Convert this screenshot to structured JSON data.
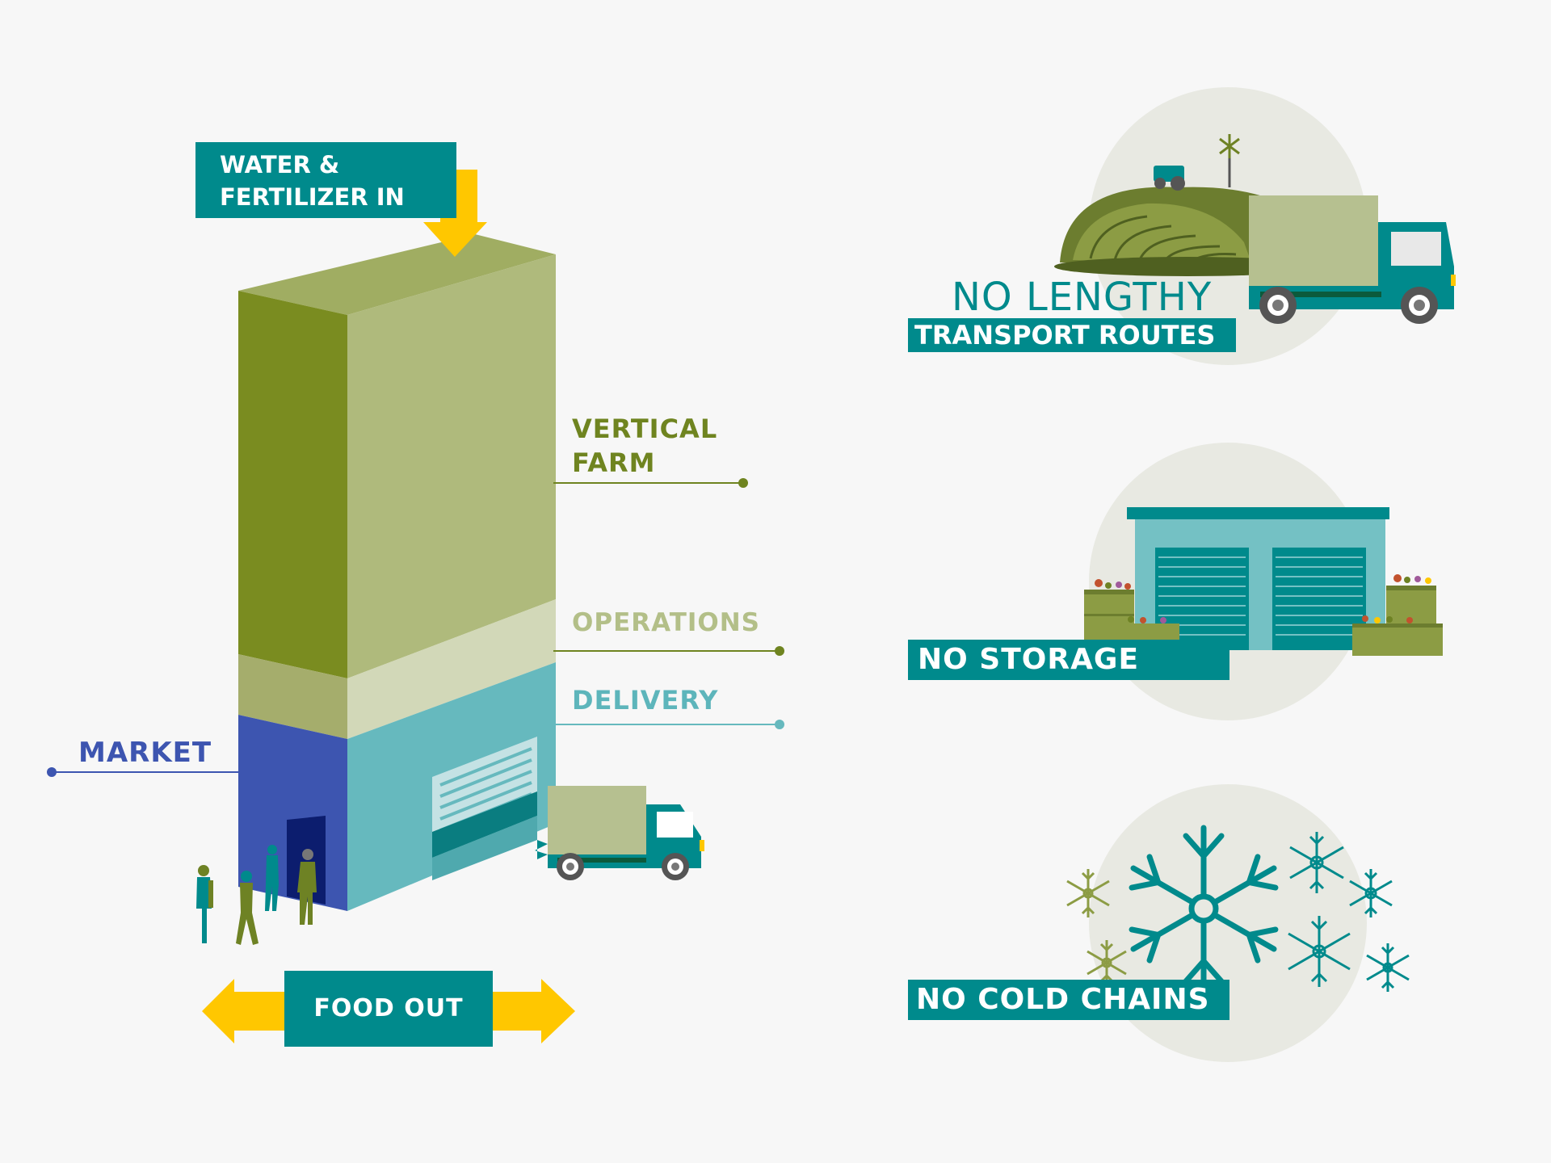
{
  "colors": {
    "teal": "#008a8c",
    "yellow": "#ffc700",
    "olive_dark": "#7a8c20",
    "olive_light": "#afba7c",
    "operations": "#d2d8b8",
    "delivery": "#66b9be",
    "market": "#3d55b0",
    "circle_bg": "#e8e9e2"
  },
  "inputs": {
    "line1": "WATER &",
    "line2": "FERTILIZER IN"
  },
  "labels": {
    "vertical_farm_line1": "VERTICAL",
    "vertical_farm_line2": "FARM",
    "operations": "OPERATIONS",
    "delivery": "DELIVERY",
    "market": "MARKET"
  },
  "output": {
    "label": "FOOD OUT"
  },
  "benefits": [
    {
      "title_thin": "NO LENGTHY",
      "title_bold": "TRANSPORT ROUTES",
      "icon": "farm-truck-icon"
    },
    {
      "title_bold": "NO STORAGE",
      "icon": "warehouse-icon"
    },
    {
      "title_bold": "NO COLD CHAINS",
      "icon": "snowflake-icon"
    }
  ]
}
